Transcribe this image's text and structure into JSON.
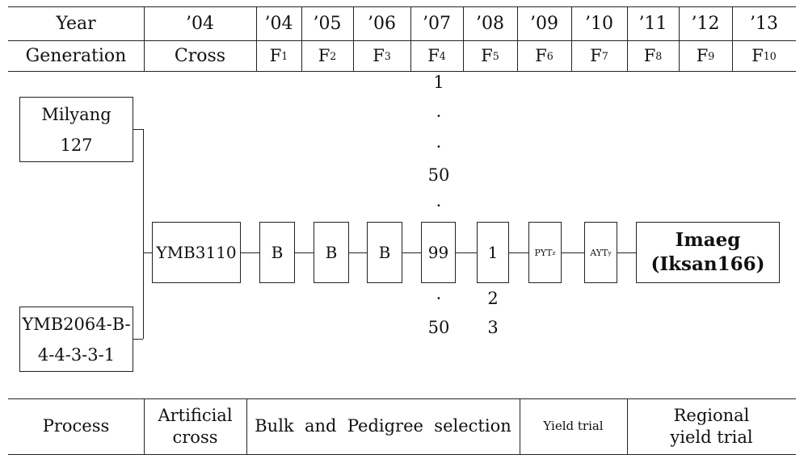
{
  "header": {
    "year_label": "Year",
    "years": [
      "’04",
      "’04",
      "’05",
      "’06",
      "’07",
      "’08",
      "’09",
      "’10",
      "’11",
      "’12",
      "’13"
    ],
    "generation_label": "Generation",
    "cross_label": "Cross",
    "generations": [
      {
        "base": "F",
        "sub": "1"
      },
      {
        "base": "F",
        "sub": "2"
      },
      {
        "base": "F",
        "sub": "3"
      },
      {
        "base": "F",
        "sub": "4"
      },
      {
        "base": "F",
        "sub": "5"
      },
      {
        "base": "F",
        "sub": "6"
      },
      {
        "base": "F",
        "sub": "7"
      },
      {
        "base": "F",
        "sub": "8"
      },
      {
        "base": "F",
        "sub": "9"
      },
      {
        "base": "F",
        "sub": "10"
      }
    ]
  },
  "parents": {
    "female": {
      "line1": "Milyang",
      "line2": "127"
    },
    "male": {
      "line1": "YMB2064-B-",
      "line2": "4-4-3-3-1"
    }
  },
  "pedigree": {
    "cross_name": "YMB3110",
    "f1": "B",
    "f2": "B",
    "f3": "B",
    "f4": "99",
    "f5": "1",
    "pyt": {
      "text": "PYT",
      "mark": "z"
    },
    "ayt": {
      "text": "AYT",
      "mark": "y"
    },
    "final": {
      "line1": "Imaeg",
      "line2": "(Iksan166)"
    }
  },
  "f4_labels_above": [
    "1",
    "·",
    "·",
    "50",
    "·"
  ],
  "f4_labels_below": [
    "·",
    "50"
  ],
  "f5_labels_below": [
    "2",
    "3"
  ],
  "process": {
    "label": "Process",
    "stages": [
      {
        "line1": "Artificial",
        "line2": "cross"
      },
      {
        "line1": "Bulk  and  Pedigree  selection",
        "line2": ""
      },
      {
        "line1": "Yield trial",
        "line2": ""
      },
      {
        "line1": "Regional",
        "line2": "yield trial"
      }
    ]
  }
}
